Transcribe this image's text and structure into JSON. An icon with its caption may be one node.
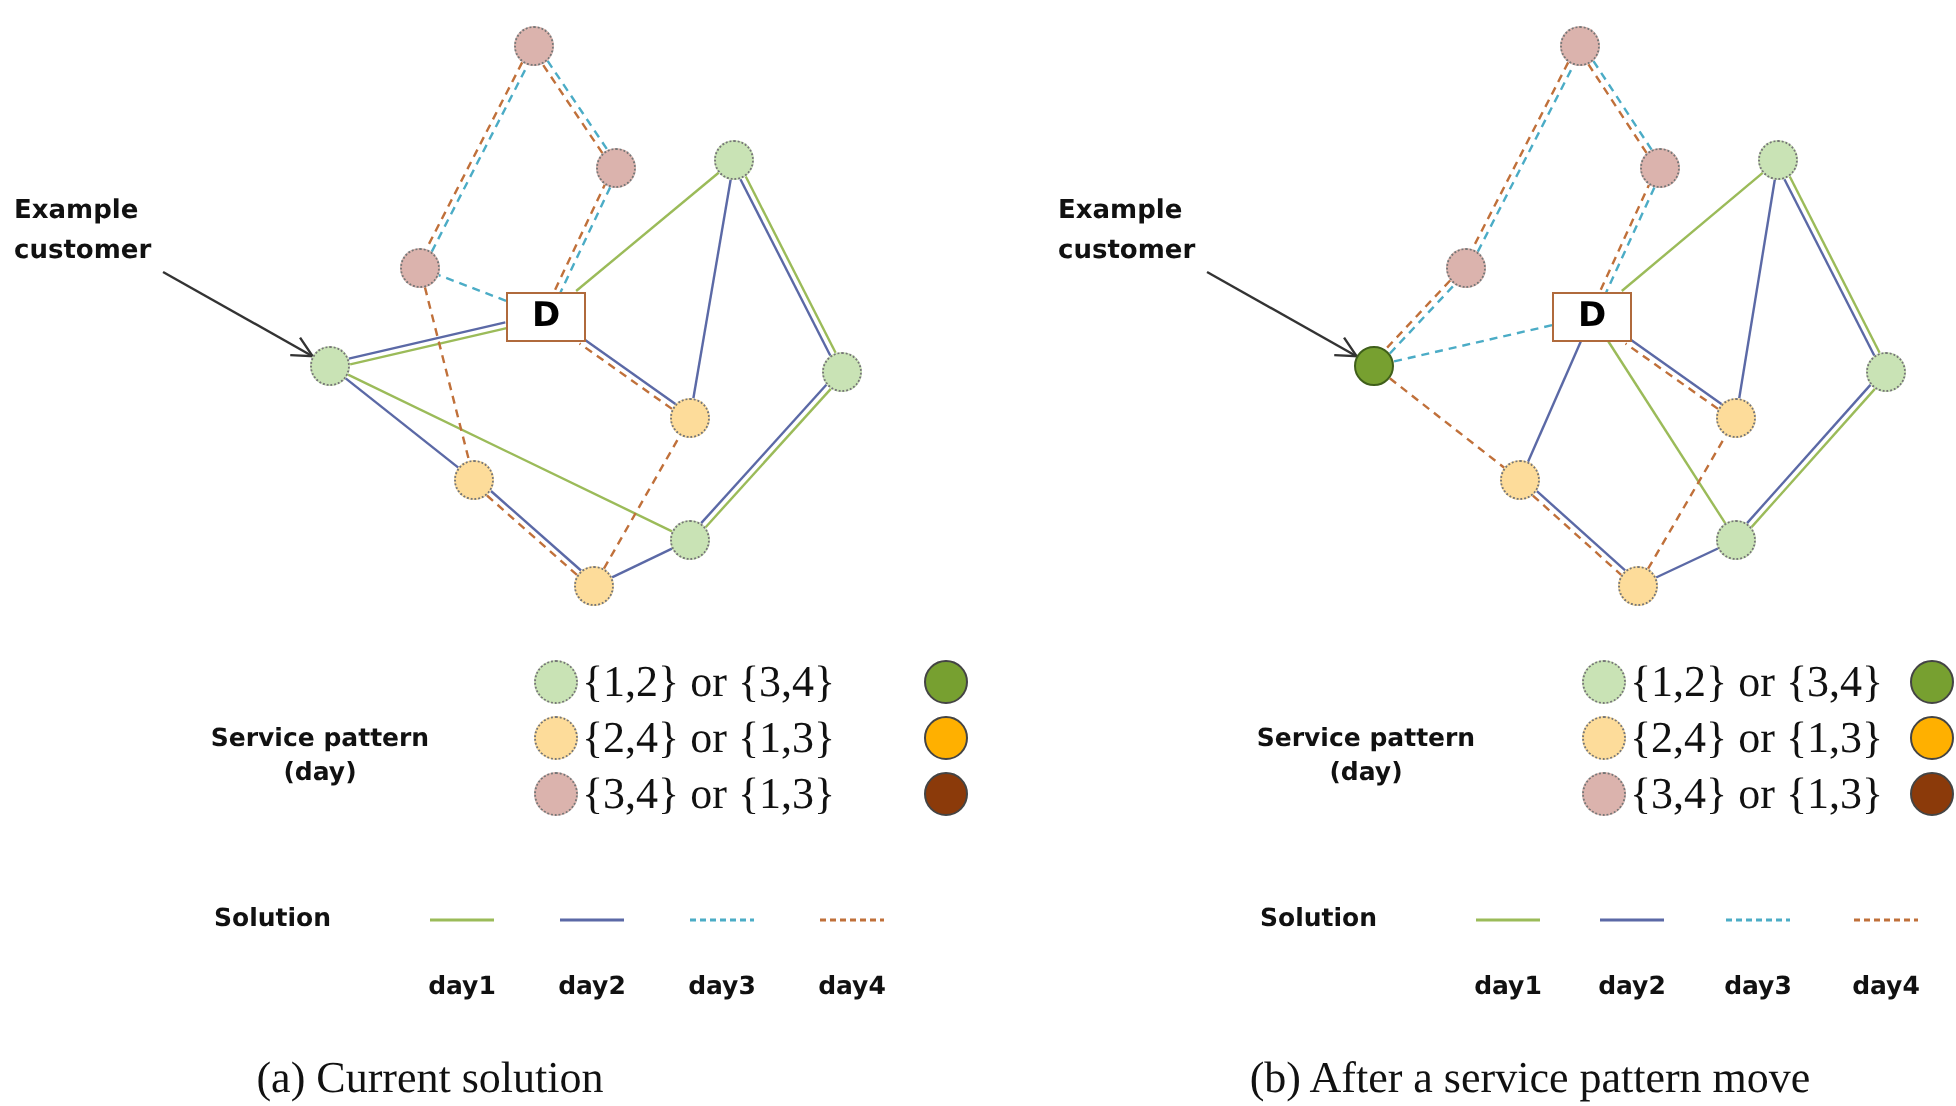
{
  "diagram": {
    "nodes": [
      {
        "text": [
          "Example customer"
        ]
      },
      {
        "text": [],
        "shape": "circle"
      },
      {
        "text": [],
        "shape": "circle"
      },
      {
        "text": [],
        "shape": "circle"
      },
      {
        "text": [],
        "shape": "circle"
      },
      {
        "text": [
          "D"
        ]
      },
      {
        "text": [],
        "shape": "circle"
      },
      {
        "text": [],
        "shape": "circle"
      },
      {
        "text": [],
        "shape": "circle"
      },
      {
        "text": [],
        "shape": "circle"
      },
      {
        "text": [],
        "shape": "circle"
      },
      {
        "text": [],
        "shape": "circle"
      },
      {
        "text": [
          "Example customer"
        ]
      },
      {
        "text": [],
        "shape": "circle"
      },
      {
        "text": [],
        "shape": "circle"
      },
      {
        "text": [],
        "shape": "circle"
      },
      {
        "text": [],
        "shape": "circle"
      },
      {
        "text": [
          "D"
        ]
      },
      {
        "text": [],
        "shape": "circle"
      },
      {
        "text": [],
        "shape": "circle"
      },
      {
        "text": [],
        "shape": "circle"
      },
      {
        "text": [],
        "shape": "circle"
      },
      {
        "text": [],
        "shape": "circle"
      },
      {
        "text": [],
        "shape": "circle"
      }
    ],
    "edges": [
      {
        "from": 0,
        "to": 6,
        "arrow": "to",
        "color": "#333333"
      },
      {
        "from": 5,
        "to": 6,
        "arrow": "none",
        "color": "#9bbb59"
      },
      {
        "from": 6,
        "to": 10,
        "arrow": "none",
        "color": "#9bbb59"
      },
      {
        "from": 5,
        "to": 2,
        "arrow": "none",
        "color": "#9bbb59"
      },
      {
        "from": 2,
        "to": 7,
        "arrow": "none",
        "color": "#9bbb59"
      },
      {
        "from": 7,
        "to": 10,
        "arrow": "none",
        "color": "#9bbb59"
      },
      {
        "from": 5,
        "to": 6,
        "arrow": "none",
        "color": "#5b69a6"
      },
      {
        "from": 6,
        "to": 9,
        "arrow": "none",
        "color": "#5b69a6"
      },
      {
        "from": 9,
        "to": 11,
        "arrow": "none",
        "color": "#5b69a6"
      },
      {
        "from": 11,
        "to": 10,
        "arrow": "none",
        "color": "#5b69a6"
      },
      {
        "from": 10,
        "to": 7,
        "arrow": "none",
        "color": "#5b69a6"
      },
      {
        "from": 7,
        "to": 2,
        "arrow": "none",
        "color": "#5b69a6"
      },
      {
        "from": 2,
        "to": 8,
        "arrow": "none",
        "color": "#5b69a6"
      },
      {
        "from": 8,
        "to": 5,
        "arrow": "none",
        "color": "#5b69a6"
      },
      {
        "from": 5,
        "to": 4,
        "arrow": "none",
        "style": "dashed",
        "color": "#4bacc6"
      },
      {
        "from": 4,
        "to": 1,
        "arrow": "none",
        "style": "dashed",
        "color": "#4bacc6"
      },
      {
        "from": 1,
        "to": 3,
        "arrow": "none",
        "style": "dashed",
        "color": "#4bacc6"
      },
      {
        "from": 3,
        "to": 5,
        "arrow": "none",
        "style": "dashed",
        "color": "#4bacc6"
      },
      {
        "from": 5,
        "to": 3,
        "arrow": "none",
        "style": "dashed",
        "color": "#c0703a"
      },
      {
        "from": 3,
        "to": 1,
        "arrow": "none",
        "style": "dashed",
        "color": "#c0703a"
      },
      {
        "from": 1,
        "to": 4,
        "arrow": "none",
        "style": "dashed",
        "color": "#c0703a"
      },
      {
        "from": 4,
        "to": 9,
        "arrow": "none",
        "style": "dashed",
        "color": "#c0703a"
      },
      {
        "from": 9,
        "to": 11,
        "arrow": "none",
        "style": "dashed",
        "color": "#c0703a"
      },
      {
        "from": 11,
        "to": 8,
        "arrow": "none",
        "style": "dashed",
        "color": "#c0703a"
      },
      {
        "from": 8,
        "to": 5,
        "arrow": "none",
        "style": "dashed",
        "color": "#c0703a"
      },
      {
        "from": 12,
        "to": 18,
        "arrow": "to",
        "color": "#333333"
      },
      {
        "from": 17,
        "to": 14,
        "arrow": "none",
        "color": "#9bbb59"
      },
      {
        "from": 14,
        "to": 19,
        "arrow": "none",
        "color": "#9bbb59"
      },
      {
        "from": 19,
        "to": 22,
        "arrow": "none",
        "color": "#9bbb59"
      },
      {
        "from": 22,
        "to": 17,
        "arrow": "none",
        "color": "#9bbb59"
      },
      {
        "from": 17,
        "to": 21,
        "arrow": "none",
        "color": "#5b69a6"
      },
      {
        "from": 21,
        "to": 23,
        "arrow": "none",
        "color": "#5b69a6"
      },
      {
        "from": 23,
        "to": 22,
        "arrow": "none",
        "color": "#5b69a6"
      },
      {
        "from": 22,
        "to": 19,
        "arrow": "none",
        "color": "#5b69a6"
      },
      {
        "from": 19,
        "to": 14,
        "arrow": "none",
        "color": "#5b69a6"
      },
      {
        "from": 14,
        "to": 20,
        "arrow": "none",
        "color": "#5b69a6"
      },
      {
        "from": 20,
        "to": 17,
        "arrow": "none",
        "color": "#5b69a6"
      },
      {
        "from": 17,
        "to": 18,
        "arrow": "none",
        "style": "dashed",
        "color": "#4bacc6"
      },
      {
        "from": 18,
        "to": 16,
        "arrow": "none",
        "style": "dashed",
        "color": "#4bacc6"
      },
      {
        "from": 16,
        "to": 13,
        "arrow": "none",
        "style": "dashed",
        "color": "#4bacc6"
      },
      {
        "from": 13,
        "to": 15,
        "arrow": "none",
        "style": "dashed",
        "color": "#4bacc6"
      },
      {
        "from": 15,
        "to": 17,
        "arrow": "none",
        "style": "dashed",
        "color": "#4bacc6"
      },
      {
        "from": 17,
        "to": 15,
        "arrow": "none",
        "style": "dashed",
        "color": "#c0703a"
      },
      {
        "from": 15,
        "to": 13,
        "arrow": "none",
        "style": "dashed",
        "color": "#c0703a"
      },
      {
        "from": 13,
        "to": 16,
        "arrow": "none",
        "style": "dashed",
        "color": "#c0703a"
      },
      {
        "from": 16,
        "to": 18,
        "arrow": "none",
        "style": "dashed",
        "color": "#c0703a"
      },
      {
        "from": 18,
        "to": 21,
        "arrow": "none",
        "style": "dashed",
        "color": "#c0703a"
      },
      {
        "from": 21,
        "to": 23,
        "arrow": "none",
        "style": "dashed",
        "color": "#c0703a"
      },
      {
        "from": 23,
        "to": 20,
        "arrow": "none",
        "style": "dashed",
        "color": "#c0703a"
      },
      {
        "from": 20,
        "to": 17,
        "arrow": "none",
        "style": "dashed",
        "color": "#c0703a"
      }
    ],
    "labels": [
      "Service pattern (day)",
      "Solution",
      "(a) Current solution",
      "Service pattern (day)",
      "Solution",
      "(b) After a service pattern move"
    ],
    "legend": [
      {
        "text": "{1,2} or {3,4}",
        "color": "#c9e3b5"
      },
      {
        "text": "{2,4} or {1,3}",
        "color": "#fddc9a"
      },
      {
        "text": "{3,4} or {1,3}",
        "color": "#dbb3ad"
      },
      {
        "text": "day1"
      },
      {
        "text": "day2"
      },
      {
        "text": "day3"
      },
      {
        "text": "day4"
      },
      {
        "text": "{1,2} or {3,4}",
        "color": "#c9e3b5"
      },
      {
        "text": "{2,4} or {1,3}",
        "color": "#fddc9a"
      },
      {
        "text": "{3,4} or {1,3}",
        "color": "#dbb3ad"
      },
      {
        "text": "day1"
      },
      {
        "text": "day2"
      },
      {
        "text": "day3"
      },
      {
        "text": "day4"
      }
    ]
  }
}
